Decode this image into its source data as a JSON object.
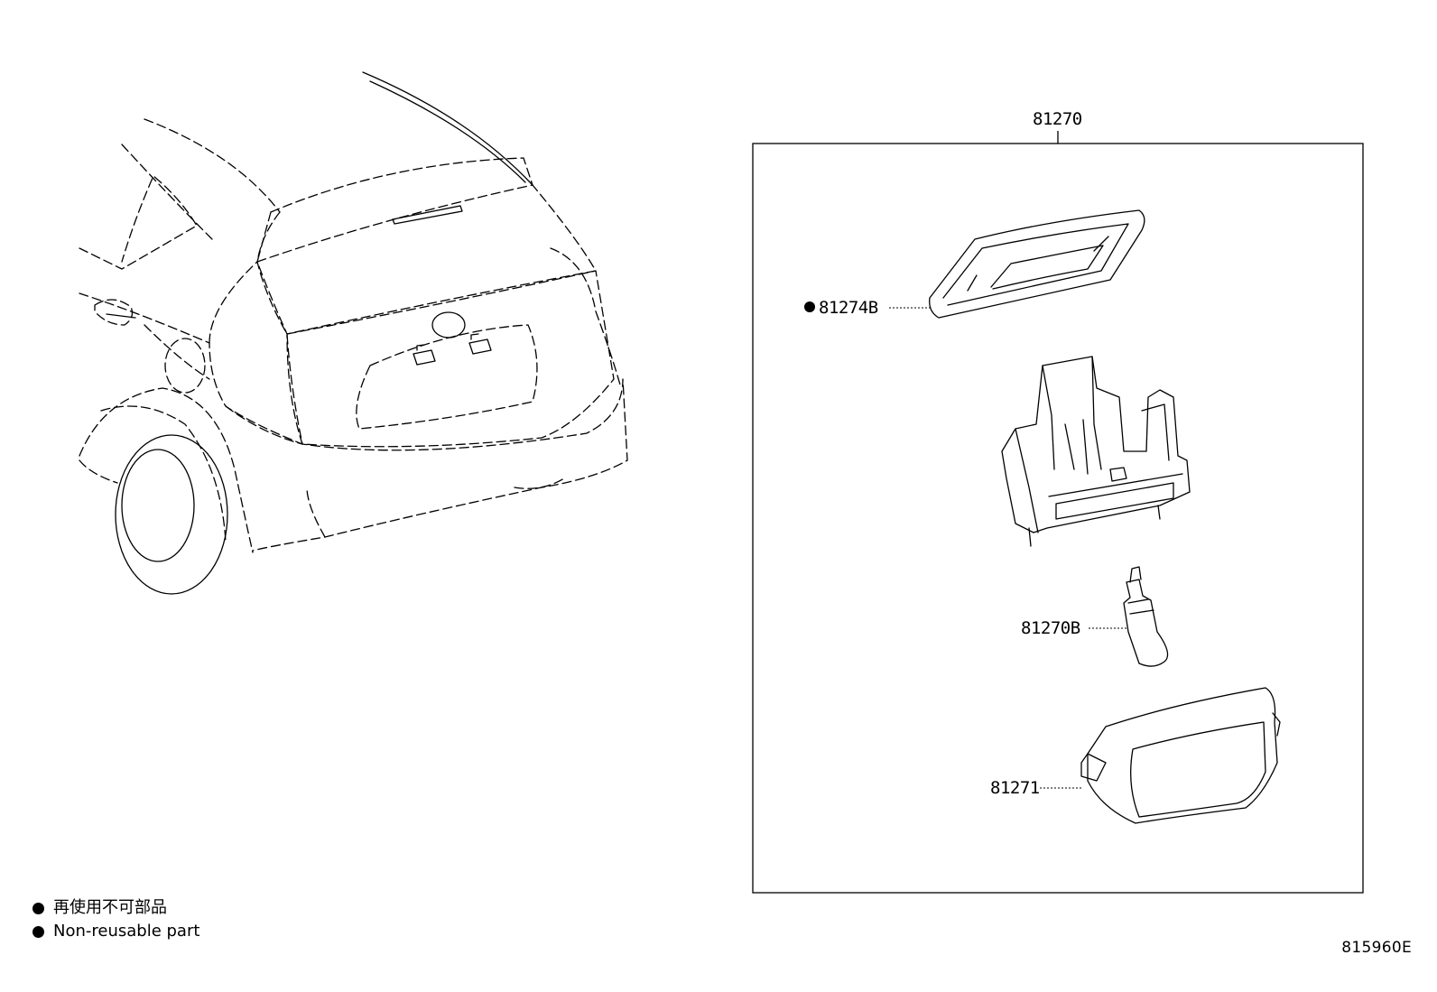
{
  "parts": {
    "assembly": "81270",
    "gasket": "81274B",
    "bulb": "81270B",
    "lens": "81271"
  },
  "legend": [
    {
      "text": "再使用不可部品"
    },
    {
      "text": "Non-reusable part"
    }
  ],
  "figure_id": "815960E"
}
